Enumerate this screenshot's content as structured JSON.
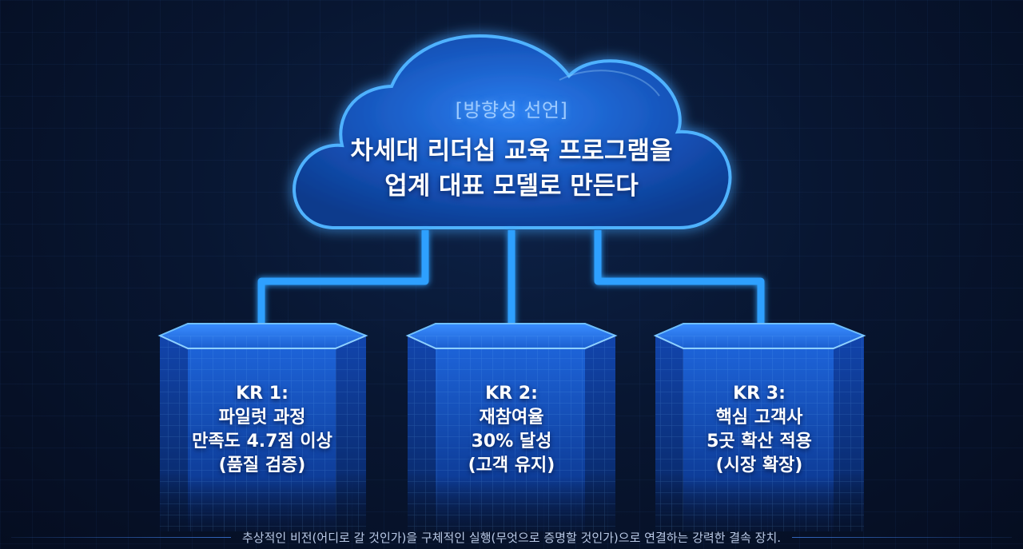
{
  "vision": {
    "tag": "[방향성 선언]",
    "title_line1": "차세대 리더십 교육 프로그램을",
    "title_line2": "업계 대표 모델로 만든다"
  },
  "key_results": [
    {
      "label": "KR 1:",
      "line1": "파일럿 과정",
      "line2": "만족도 4.7점 이상",
      "line3": "(품질 검증)"
    },
    {
      "label": "KR 2:",
      "line1": "재참여율",
      "line2": "30% 달성",
      "line3": "(고객 유지)"
    },
    {
      "label": "KR 3:",
      "line1": "핵심 고객사",
      "line2": "5곳 확산 적용",
      "line3": "(시장 확장)"
    }
  ],
  "footer": {
    "caption": "추상적인 비전(어디로 갈 것인가)을 구체적인 실행(무엇으로 증명할 것인가)으로 연결하는 강력한 결속 장치."
  },
  "colors": {
    "background": "#081631",
    "cloud": "#1f6fe0",
    "glow": "#3da3ff",
    "connector": "#2ea0ff",
    "pillar": "#1656c9"
  }
}
